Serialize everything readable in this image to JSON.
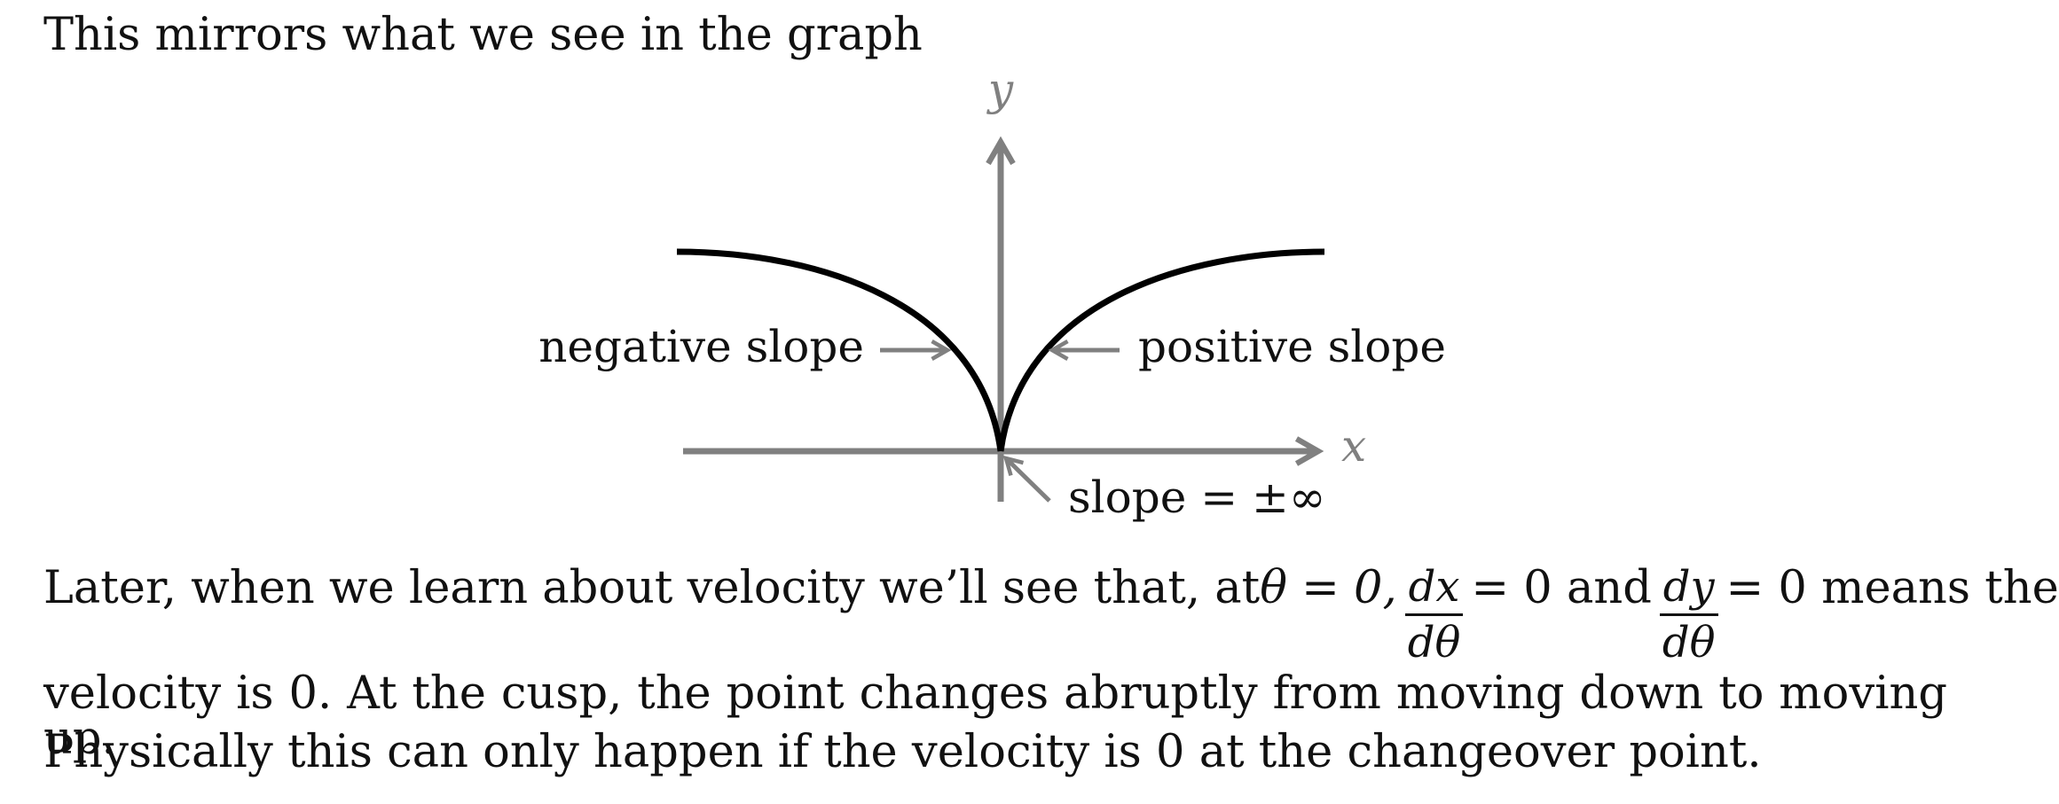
{
  "intro": "This mirrors what we see in the graph",
  "figure": {
    "y_axis_label": "y",
    "x_axis_label": "x",
    "negative_label": "negative slope",
    "positive_label": "positive slope",
    "cusp_label": "slope = ±∞",
    "axis_color": "#808080",
    "curve_color": "#000000"
  },
  "paragraph": {
    "line1": {
      "lead": "Later, when we learn about velocity we’ll see that, at",
      "theta_eq": "θ = 0,",
      "frac1_num": "dx",
      "frac1_den": "dθ",
      "eq1": "= 0 and",
      "frac2_num": "dy",
      "frac2_den": "dθ",
      "tail": "= 0 means the"
    },
    "line2": "velocity is 0.  At the cusp, the point changes abruptly from moving down to moving up.",
    "line3": "Physically this can only happen if the velocity is 0 at the changeover point."
  }
}
